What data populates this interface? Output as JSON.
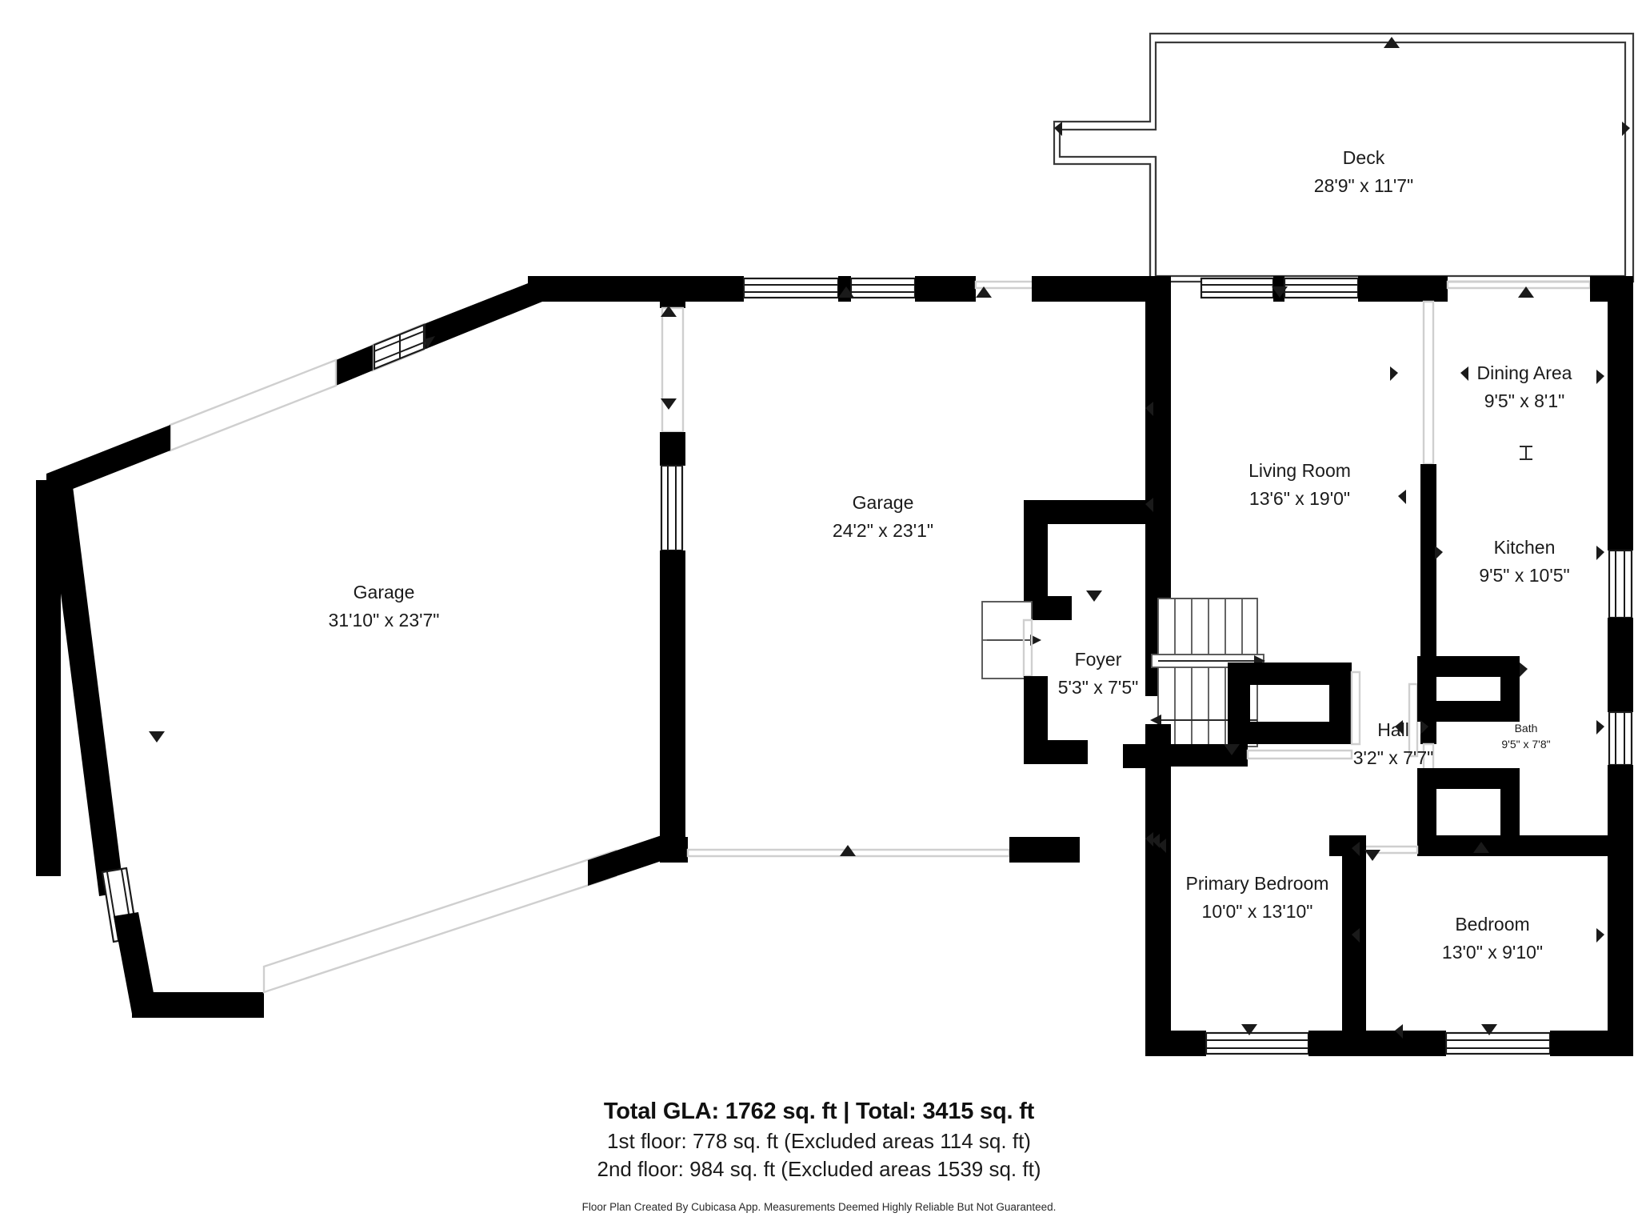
{
  "document": {
    "type": "floor-plan",
    "title": "Residential Floor Plan"
  },
  "rooms": [
    {
      "id": "deck",
      "label": "Deck",
      "dimensions": "28'9\" x 11'7\"",
      "size": "normal"
    },
    {
      "id": "garage-left",
      "label": "Garage",
      "dimensions": "31'10\" x 23'7\"",
      "size": "normal"
    },
    {
      "id": "garage-center",
      "label": "Garage",
      "dimensions": "24'2\" x 23'1\"",
      "size": "normal"
    },
    {
      "id": "living-room",
      "label": "Living Room",
      "dimensions": "13'6\" x 19'0\"",
      "size": "normal"
    },
    {
      "id": "dining-area",
      "label": "Dining Area",
      "dimensions": "9'5\" x 8'1\"",
      "size": "normal"
    },
    {
      "id": "kitchen",
      "label": "Kitchen",
      "dimensions": "9'5\" x 10'5\"",
      "size": "normal"
    },
    {
      "id": "foyer",
      "label": "Foyer",
      "dimensions": "5'3\" x 7'5\"",
      "size": "normal"
    },
    {
      "id": "hall",
      "label": "Hall",
      "dimensions": "3'2\" x 7'7\"",
      "size": "normal"
    },
    {
      "id": "bath",
      "label": "Bath",
      "dimensions": "9'5\" x 7'8\"",
      "size": "small"
    },
    {
      "id": "primary-bedroom",
      "label": "Primary Bedroom",
      "dimensions": "10'0\" x 13'10\"",
      "size": "normal"
    },
    {
      "id": "bedroom",
      "label": "Bedroom",
      "dimensions": "13'0\" x 9'10\"",
      "size": "normal"
    }
  ],
  "footer": {
    "total_line": "Total GLA: 1762 sq. ft  |  Total: 3415 sq. ft",
    "first_floor": "1st floor: 778 sq. ft (Excluded areas 114 sq. ft)",
    "second_floor": "2nd floor: 984 sq. ft (Excluded areas 1539 sq. ft)",
    "credit": "Floor Plan Created By Cubicasa App. Measurements Deemed Highly Reliable But Not Guaranteed."
  },
  "colors": {
    "wall": "#000000",
    "thin_wall": "#3a3a3a",
    "faint_wall": "#cfcfcf",
    "text": "#1b1b1b",
    "background": "#ffffff"
  }
}
